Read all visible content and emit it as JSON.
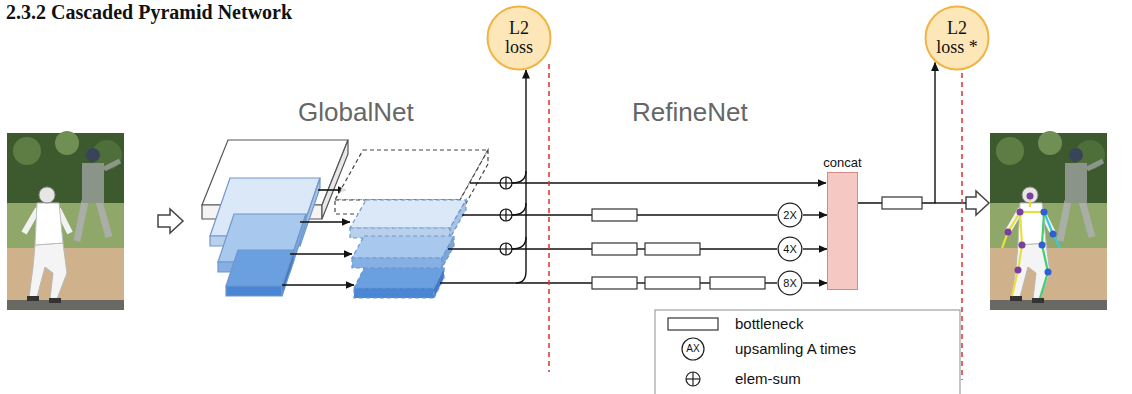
{
  "diagram": {
    "title": "2.3.2 Cascaded Pyramid Network",
    "nodes": [
      {
        "text": [
          "L2 loss"
        ]
      },
      {
        "text": [
          "2X"
        ]
      },
      {
        "text": [
          "4X"
        ]
      },
      {
        "text": [
          "8X"
        ]
      },
      {
        "text": [
          "concat"
        ]
      },
      {
        "text": [
          "L2 loss *"
        ]
      }
    ],
    "edges": [
      {
        "from": 1,
        "to": 4,
        "arrow": "to"
      },
      {
        "from": 2,
        "to": 4,
        "arrow": "to"
      },
      {
        "from": 3,
        "to": 4,
        "arrow": "to"
      },
      {
        "from": 4,
        "to": 5,
        "arrow": "to"
      }
    ],
    "labels": [
      "GlobalNet",
      "RefineNet",
      "AX"
    ],
    "legend": [
      {
        "text": "bottleneck"
      },
      {
        "text": "upsamling A times"
      },
      {
        "text": "elem-sum"
      }
    ]
  }
}
